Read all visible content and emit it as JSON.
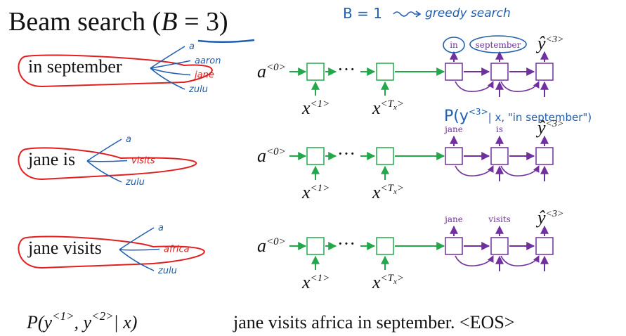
{
  "title": {
    "prefix": "Beam search (",
    "var": "B",
    "eq": " = 3)"
  },
  "handwritten": {
    "top_note": "B = 1",
    "top_note_right": "greedy search",
    "cond_prob": "P(y",
    "cond_sup": "<3>",
    "cond_rest": "| x, \"in september\")"
  },
  "colors": {
    "encoder": "#22a84a",
    "decoder": "#7030a0",
    "annotation_red": "#e02020",
    "annotation_blue": "#1f5fb0"
  },
  "rows": [
    {
      "phrase": "in september",
      "candidates": [
        "a",
        "aaron",
        "jane",
        "zulu"
      ],
      "highlight": "jane",
      "encoder": {
        "a0": "a",
        "a0_sup": "<0>",
        "x1": "x",
        "x1_sup": "<1>",
        "xt": "x",
        "xt_sup": "<T",
        "xt_sub": "x",
        "xt_close": ">",
        "dots": "···"
      },
      "decoder_inputs": [
        "in",
        "september"
      ],
      "output": "ŷ",
      "output_sup": "<3>"
    },
    {
      "phrase": "jane is",
      "candidates": [
        "a",
        "visits",
        "zulu"
      ],
      "highlight": "visits",
      "encoder": {
        "a0": "a",
        "a0_sup": "<0>",
        "x1": "x",
        "x1_sup": "<1>",
        "xt": "x",
        "xt_sup": "<T",
        "xt_sub": "x",
        "xt_close": ">",
        "dots": "···"
      },
      "decoder_inputs": [
        "jane",
        "is"
      ],
      "output": "ŷ",
      "output_sup": "<3>"
    },
    {
      "phrase": "jane visits",
      "candidates": [
        "a",
        "africa",
        "zulu"
      ],
      "highlight": "africa",
      "encoder": {
        "a0": "a",
        "a0_sup": "<0>",
        "x1": "x",
        "x1_sup": "<1>",
        "xt": "x",
        "xt_sup": "<T",
        "xt_sub": "x",
        "xt_close": ">",
        "dots": "···"
      },
      "decoder_inputs": [
        "jane",
        "visits"
      ],
      "output": "ŷ",
      "output_sup": "<3>"
    }
  ],
  "formula": {
    "p": "P(y",
    "sup1": "<1>",
    "mid": ", y",
    "sup2": "<2>",
    "end": "| x)"
  },
  "sentence": "jane visits africa in september. <EOS>"
}
